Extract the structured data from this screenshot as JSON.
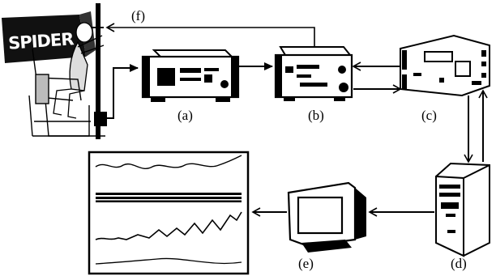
{
  "sign_text": "SPIDER",
  "labels": {
    "a": "(a)",
    "b": "(b)",
    "c": "(c)",
    "d": "(d)",
    "e": "(e)",
    "f": "(f)"
  }
}
